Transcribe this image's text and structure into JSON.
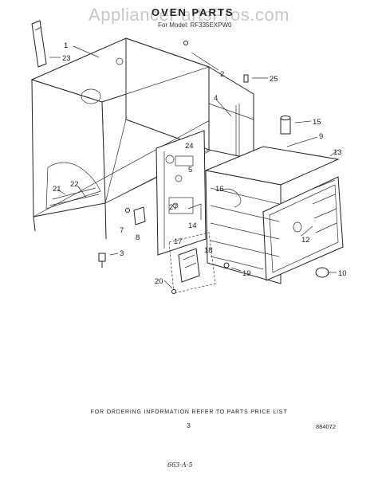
{
  "watermark": "AppliancePartsPros.com",
  "title": "OVEN PARTS",
  "subtitle": "For Model: RF335EXPW0",
  "footer": {
    "ordering_note": "FOR ORDERING INFORMATION REFER TO PARTS PRICE LIST",
    "page_number": "3",
    "doc_number": "884072",
    "handwritten": "663-A-5"
  },
  "callouts": [
    "1",
    "2",
    "3",
    "4",
    "5",
    "7",
    "8",
    "9",
    "10",
    "12",
    "13",
    "14",
    "15",
    "16",
    "17",
    "18",
    "19",
    "20",
    "21",
    "22",
    "23",
    "24",
    "25",
    "27"
  ]
}
